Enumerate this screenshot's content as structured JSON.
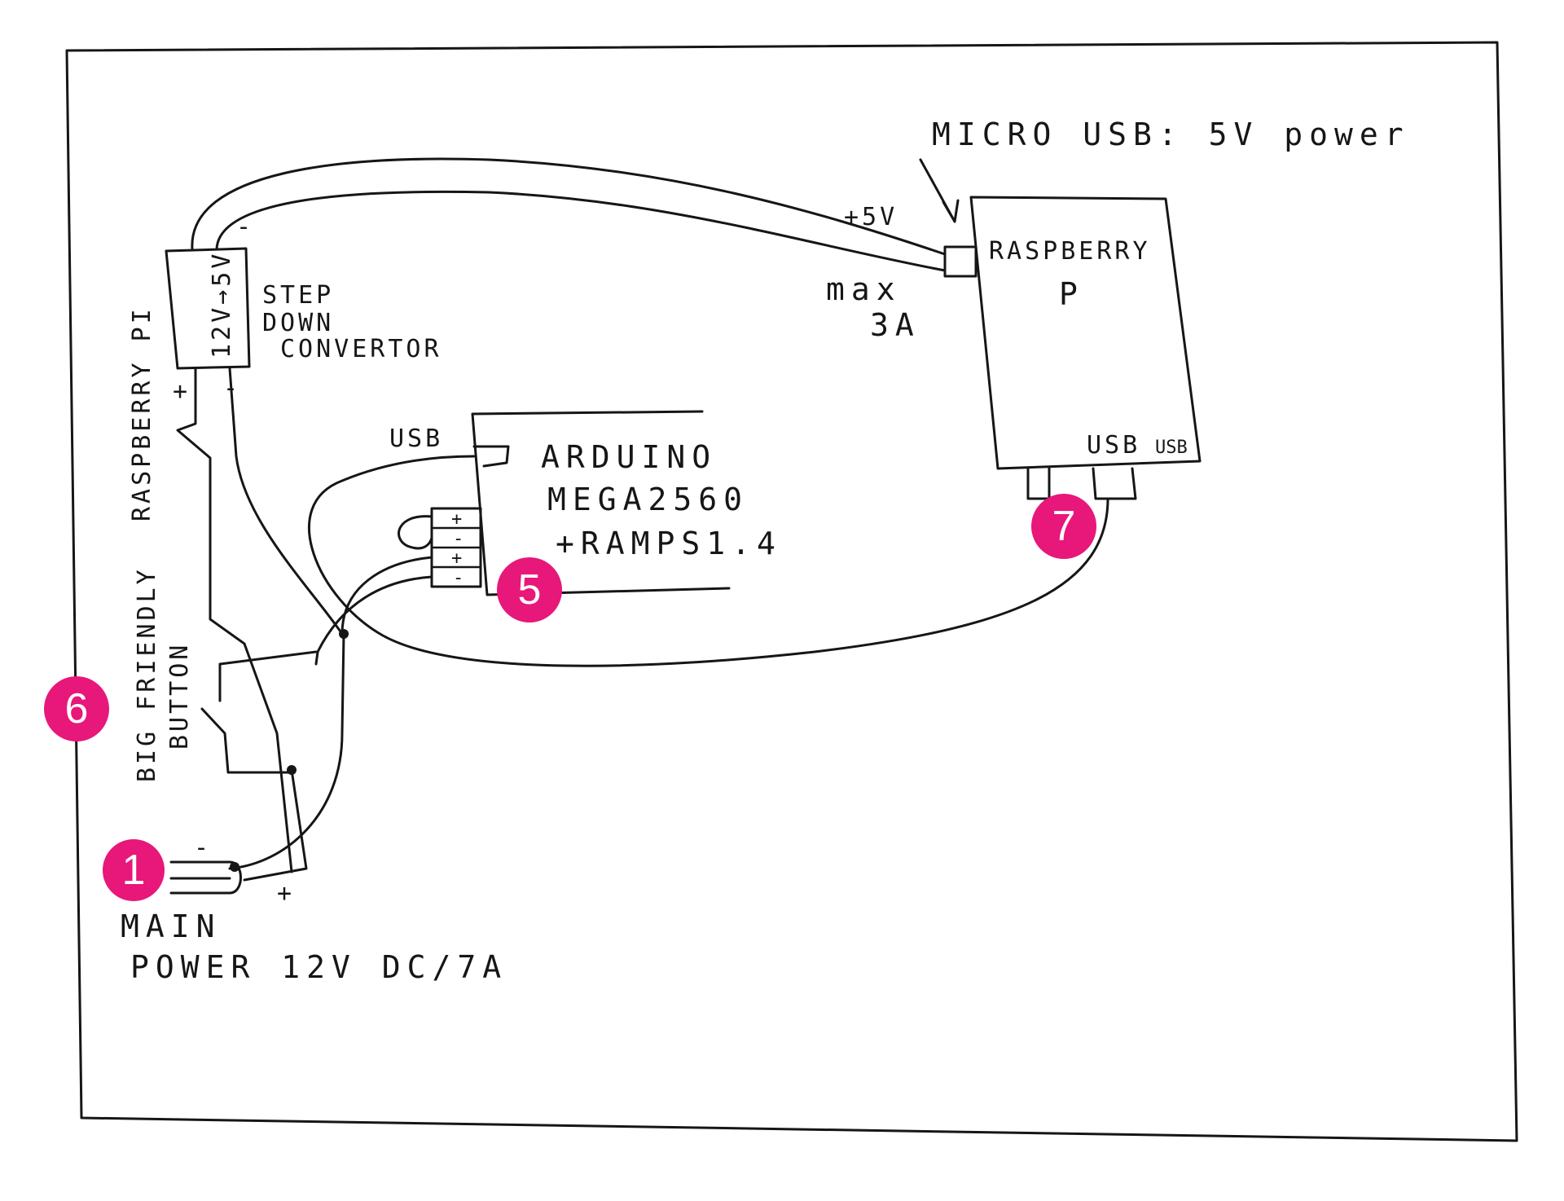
{
  "colors": {
    "ink": "#161616",
    "badge": "#e8177a",
    "paper": "#ffffff"
  },
  "labels": {
    "micro_usb": "MICRO USB: 5V power",
    "plus5v": "+5V",
    "max": "max",
    "three_a": "3A",
    "raspberry_line1": "RASPBERRY",
    "raspberry_line2": "P",
    "usb_left": "USB",
    "usb_right": "USB",
    "step_down_1": "STEP",
    "step_down_2": "DOWN",
    "step_down_3": "CONVERTOR",
    "converter_text": "12V→5V",
    "raspberry_pi_vertical": "RASPBERRY PI",
    "usb_arduino": "USB",
    "arduino_1": "ARDUINO",
    "arduino_2": "MEGA2560",
    "arduino_3": "+RAMPS1.4",
    "big_friendly_1": "BIG FRIENDLY",
    "big_friendly_2": "BUTTON",
    "main_1": "MAIN",
    "main_2": "POWER 12V DC/7A",
    "minus_top": "-",
    "plus_conv": "+",
    "minus_conv": "-",
    "minus_main": "-",
    "plus_main": "+",
    "pin_plus_1": "+",
    "pin_minus_1": "-",
    "pin_plus_2": "+",
    "pin_minus_2": "-"
  },
  "badges": [
    {
      "label": "1"
    },
    {
      "label": "5"
    },
    {
      "label": "6"
    },
    {
      "label": "7"
    }
  ]
}
